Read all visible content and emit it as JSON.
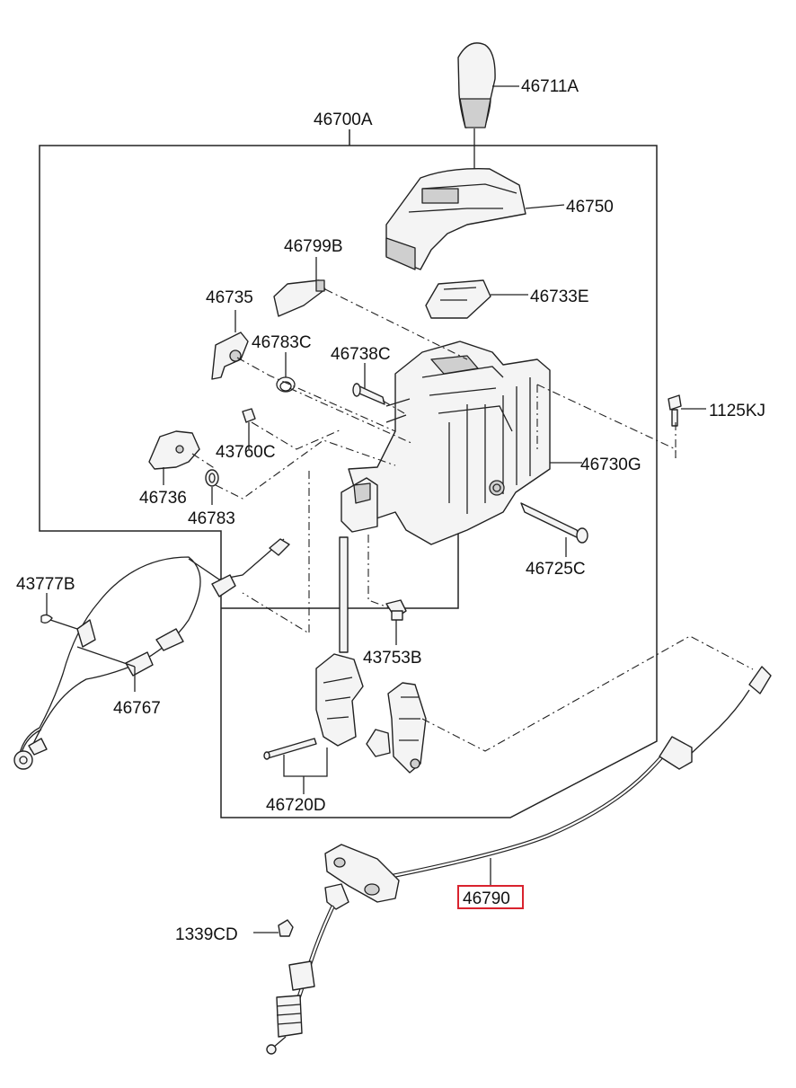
{
  "diagram": {
    "labels": {
      "l46711A": "46711A",
      "l46700A": "46700A",
      "l46750": "46750",
      "l46799B": "46799B",
      "l46733E": "46733E",
      "l46735": "46735",
      "l46783C": "46783C",
      "l46738C": "46738C",
      "l1125KJ": "1125KJ",
      "l43760C": "43760C",
      "l46730G": "46730G",
      "l46736": "46736",
      "l46783": "46783",
      "l43777B": "43777B",
      "l46725C": "46725C",
      "l43753B": "43753B",
      "l46767": "46767",
      "l46720D": "46720D",
      "l46790": "46790",
      "l1339CD": "1339CD"
    },
    "highlight_color": "#d9232e",
    "highlighted_part": "46790"
  }
}
